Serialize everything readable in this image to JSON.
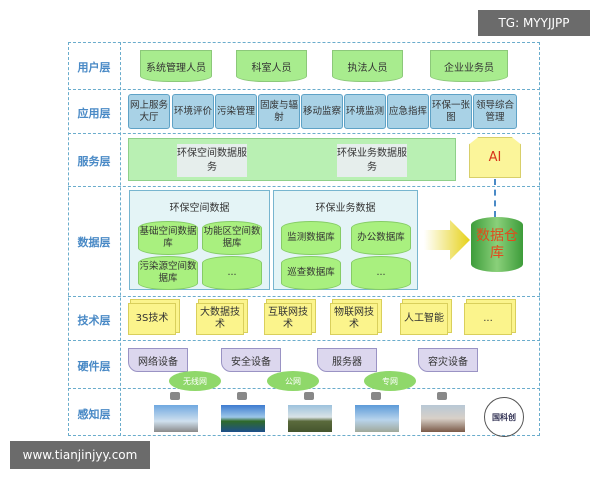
{
  "watermark_top": "TG: MYYJJPP",
  "watermark_bottom": "www.tianjinjyy.com",
  "layers": [
    "用户层",
    "应用层",
    "服务层",
    "数据层",
    "技术层",
    "硬件层",
    "感知层"
  ],
  "users": [
    "系统管理人员",
    "科室人员",
    "执法人员",
    "企业业务员"
  ],
  "apps": [
    "网上服务大厅",
    "环境评价",
    "污染管理",
    "固废与辐射",
    "移动监察",
    "环境监测",
    "应急指挥",
    "环保一张图",
    "领导综合管理"
  ],
  "services": [
    "环保空间数据服务",
    "环保业务数据服务"
  ],
  "ai": "AI",
  "data": {
    "spatial": {
      "title": "环保空间数据",
      "dbs": [
        "基础空间数据库",
        "功能区空间数据库",
        "污染源空间数据库",
        "..."
      ]
    },
    "business": {
      "title": "环保业务数据",
      "dbs": [
        "监测数据库",
        "办公数据库",
        "巡查数据库",
        "..."
      ]
    },
    "warehouse": "数据仓库"
  },
  "tech": [
    "3S技术",
    "大数据技术",
    "互联网技术",
    "物联网技术",
    "人工智能",
    "..."
  ],
  "hardware": [
    "网络设备",
    "安全设备",
    "服务器",
    "容灾设备"
  ],
  "networks": [
    "无线网",
    "公网",
    "专网"
  ],
  "logo_text": "国科创"
}
